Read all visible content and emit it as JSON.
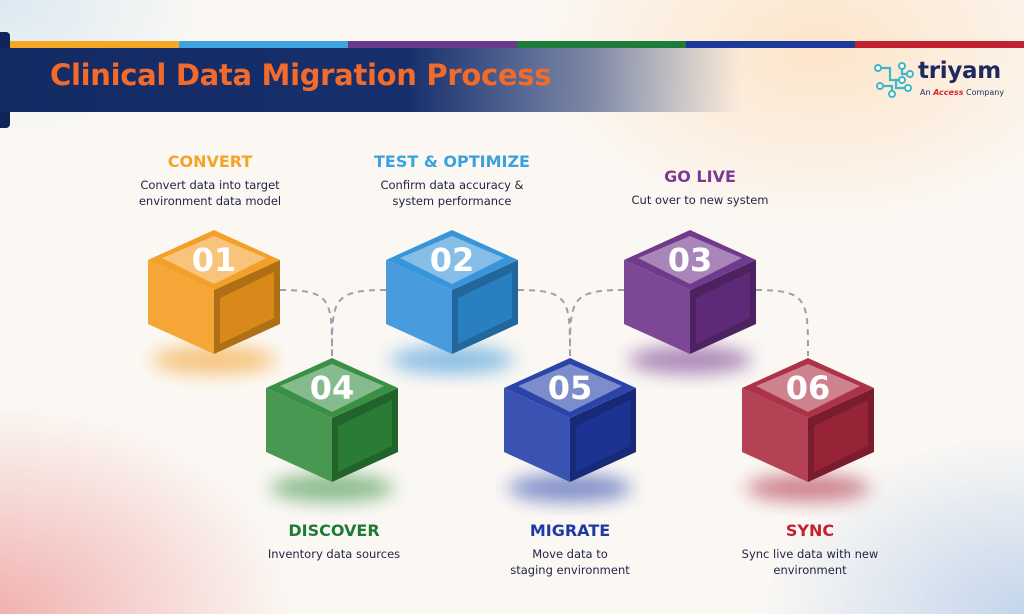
{
  "header": {
    "title": "Clinical Data Migration Process",
    "stripe_colors": [
      "#f7a823",
      "#3ea3df",
      "#6c3a8c",
      "#1e7c3a",
      "#1c3a9c",
      "#c32030"
    ]
  },
  "logo": {
    "wordmark": "triyam",
    "tagline_prefix": "An",
    "tagline_brand": "Access",
    "tagline_suffix": "Company",
    "icon": "circuit-network-icon"
  },
  "steps": [
    {
      "number": "01",
      "title": "CONVERT",
      "line1": "Convert data into target",
      "line2": "environment data model",
      "color": "#f39a1c",
      "title_color": "#f4a426"
    },
    {
      "number": "02",
      "title": "TEST & OPTIMIZE",
      "line1": "Confirm data accuracy &",
      "line2": "system performance",
      "color": "#2f8fd8",
      "title_color": "#3aa2de"
    },
    {
      "number": "03",
      "title": "GO LIVE",
      "line1": "Cut over to new system",
      "line2": "",
      "color": "#6a2f86",
      "title_color": "#7a3a94"
    },
    {
      "number": "04",
      "title": "DISCOVER",
      "line1": "Inventory data sources",
      "line2": "",
      "color": "#2f8a3a",
      "title_color": "#1f7a35"
    },
    {
      "number": "05",
      "title": "MIGRATE",
      "line1": "Move data to",
      "line2": "staging environment",
      "color": "#1f3aa6",
      "title_color": "#1f3aa6"
    },
    {
      "number": "06",
      "title": "SYNC",
      "line1": "Sync live data with new",
      "line2": "environment",
      "color": "#a8283d",
      "title_color": "#c32030"
    }
  ]
}
